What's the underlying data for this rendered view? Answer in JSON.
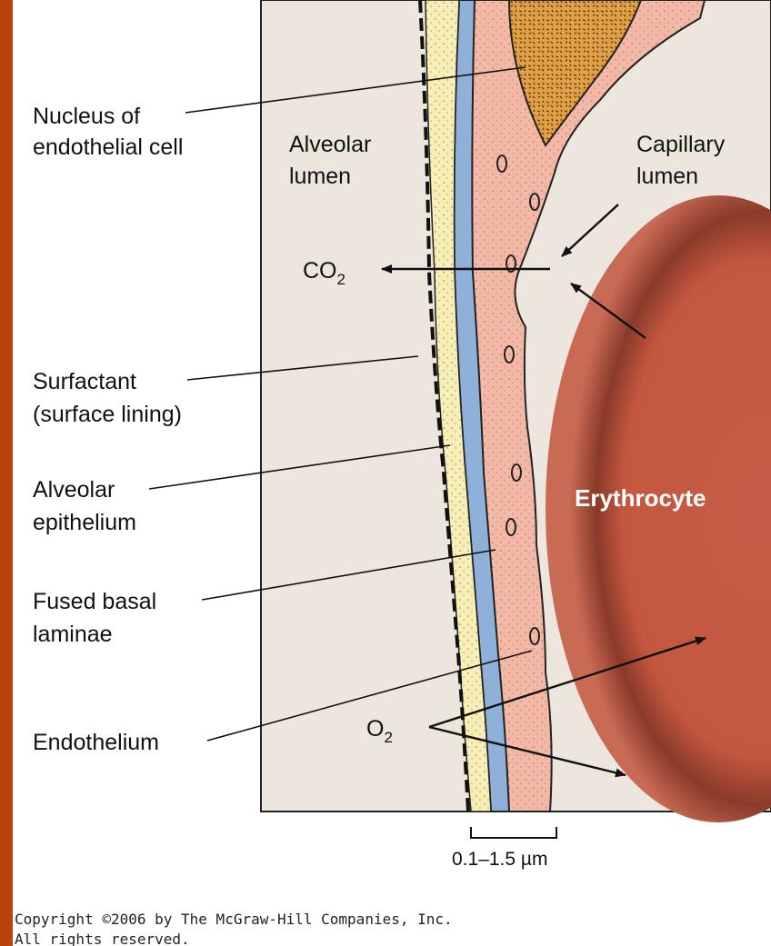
{
  "labels": {
    "nucleus_line1": "Nucleus of",
    "nucleus_line2": "endothelial cell",
    "alveolar_lumen_line1": "Alveolar",
    "alveolar_lumen_line2": "lumen",
    "capillary_lumen_line1": "Capillary",
    "capillary_lumen_line2": "lumen",
    "co2_base": "CO",
    "co2_sub": "2",
    "surfactant_line1": "Surfactant",
    "surfactant_line2": "(surface lining)",
    "alveolar_epithelium_line1": "Alveolar",
    "alveolar_epithelium_line2": "epithelium",
    "fused_basal_line1": "Fused basal",
    "fused_basal_line2": "laminae",
    "endothelium": "Endothelium",
    "o2_base": "O",
    "o2_sub": "2",
    "erythrocyte": "Erythrocyte",
    "scale": "0.1–1.5 µm"
  },
  "copyright": {
    "line1": "Copyright ©2006 by The McGraw-Hill Companies, Inc.",
    "line2": "All rights reserved."
  },
  "colors": {
    "background_frame": "#b8430c",
    "panel": "#ece6de",
    "alveolar_epithelium": "#f7efb6",
    "basal_laminae": "#8fb0d8",
    "endothelium": "#f4b9a6",
    "nucleus": "#e0a145",
    "erythrocyte": "#c65a45"
  }
}
